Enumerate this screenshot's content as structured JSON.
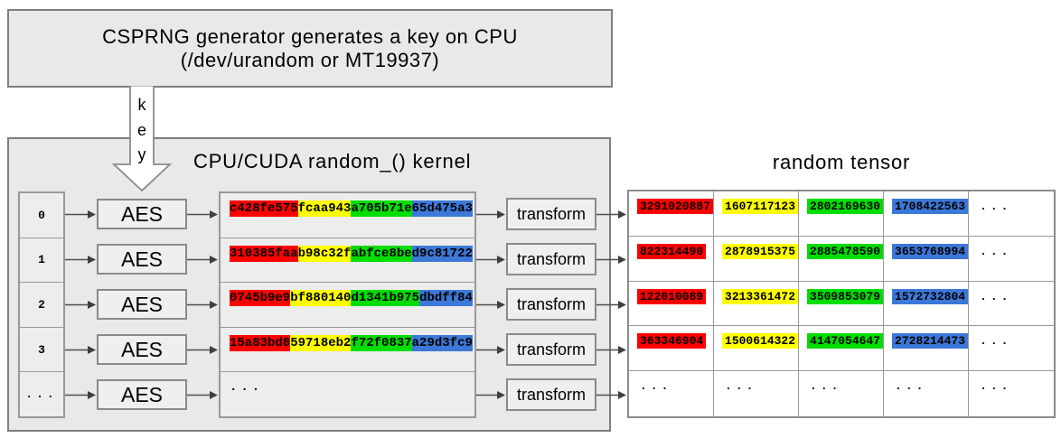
{
  "top_box": {
    "line1": "CSPRNG generator generates a key on CPU",
    "line2": "(/dev/urandom or MT19937)"
  },
  "key_arrow": {
    "letters": [
      "k",
      "e",
      "y"
    ]
  },
  "kernel": {
    "title": "CPU/CUDA random_() kernel",
    "aes_label": "AES",
    "transform_label": "transform",
    "rows": [
      {
        "index": "0",
        "segments": [
          {
            "text": "c428fe575",
            "color": "red"
          },
          {
            "text": "fcaa943",
            "color": "yellow"
          },
          {
            "text": "a705b71e",
            "color": "green"
          },
          {
            "text": "65d475a3",
            "color": "blue"
          }
        ]
      },
      {
        "index": "1",
        "segments": [
          {
            "text": "310385faa",
            "color": "red"
          },
          {
            "text": "b98c32f",
            "color": "yellow"
          },
          {
            "text": "abfce8be",
            "color": "green"
          },
          {
            "text": "d9c81722",
            "color": "blue"
          }
        ]
      },
      {
        "index": "2",
        "segments": [
          {
            "text": "0745b9e9",
            "color": "red"
          },
          {
            "text": "bf880140",
            "color": "yellow"
          },
          {
            "text": "d1341b975",
            "color": "green"
          },
          {
            "text": "dbdff84",
            "color": "blue"
          }
        ]
      },
      {
        "index": "3",
        "segments": [
          {
            "text": "15a83bd8",
            "color": "red"
          },
          {
            "text": "59718eb2",
            "color": "yellow"
          },
          {
            "text": "f72f0837",
            "color": "green"
          },
          {
            "text": "a29d3fc9",
            "color": "blue"
          }
        ]
      },
      {
        "index": "...",
        "segments": [
          {
            "text": "...",
            "color": "none"
          }
        ]
      }
    ]
  },
  "tensor": {
    "title": "random tensor",
    "rows": [
      [
        {
          "text": "3291020887",
          "color": "red"
        },
        {
          "text": "1607117123",
          "color": "yellow"
        },
        {
          "text": "2802169630",
          "color": "green"
        },
        {
          "text": "1708422563",
          "color": "blue"
        },
        {
          "text": "...",
          "color": "none"
        }
      ],
      [
        {
          "text": "822314490",
          "color": "red"
        },
        {
          "text": "2878915375",
          "color": "yellow"
        },
        {
          "text": "2885478590",
          "color": "green"
        },
        {
          "text": "3653768994",
          "color": "blue"
        },
        {
          "text": "...",
          "color": "none"
        }
      ],
      [
        {
          "text": "122010089",
          "color": "red"
        },
        {
          "text": "3213361472",
          "color": "yellow"
        },
        {
          "text": "3509853079",
          "color": "green"
        },
        {
          "text": "1572732804",
          "color": "blue"
        },
        {
          "text": "...",
          "color": "none"
        }
      ],
      [
        {
          "text": "363346904",
          "color": "red"
        },
        {
          "text": "1500614322",
          "color": "yellow"
        },
        {
          "text": "4147054647",
          "color": "green"
        },
        {
          "text": "2728214473",
          "color": "blue"
        },
        {
          "text": "...",
          "color": "none"
        }
      ],
      [
        {
          "text": "...",
          "color": "none"
        },
        {
          "text": "...",
          "color": "none"
        },
        {
          "text": "...",
          "color": "none"
        },
        {
          "text": "...",
          "color": "none"
        },
        {
          "text": "...",
          "color": "none"
        }
      ]
    ]
  },
  "colors": {
    "red": "#ff0000",
    "yellow": "#ffff00",
    "green": "#00dd00",
    "blue": "#3c78d8",
    "none": "transparent"
  }
}
